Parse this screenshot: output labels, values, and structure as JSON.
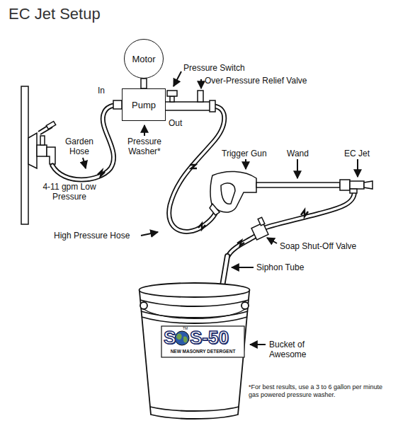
{
  "diagram": {
    "title": "EC Jet Setup",
    "nodes": [
      {
        "text": [
          "Motor"
        ]
      },
      {
        "text": [
          "Pump"
        ]
      }
    ],
    "edges": [
      {
        "from": 0,
        "to": 1,
        "arrow": "none"
      }
    ],
    "labels": [
      "In",
      "Out",
      "Pressure Switch",
      "Over-Pressure Relief Valve",
      "Pressure Washer*",
      "Garden Hose",
      "4-11 gpm Low Pressure",
      "Trigger Gun",
      "Wand",
      "EC Jet",
      "High Pressure Hose",
      "Soap Shut-Off Valve",
      "Siphon Tube",
      "Bucket of Awesome",
      "*For best results, use a 3 to 6 gallon per minute gas powered pressure washer.",
      "S",
      "S-50",
      "TM",
      "NEW MASONRY DETERGENT"
    ]
  }
}
